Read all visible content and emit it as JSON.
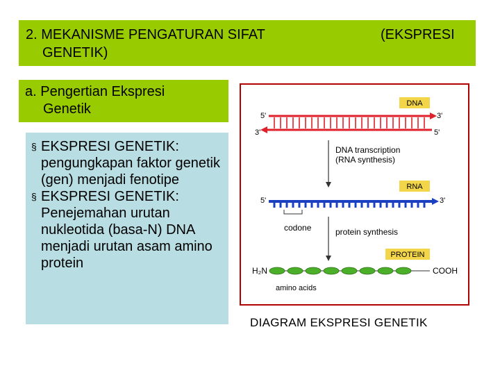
{
  "title": {
    "line1": "2. MEKANISME PENGATURAN SIFAT",
    "line2": "GENETIK)",
    "right": "(EKSPRESI"
  },
  "subtitle": {
    "line1": "a. Pengertian Ekspresi",
    "line2": "Genetik"
  },
  "definitions": [
    {
      "bullet": "§",
      "text": "EKSPRESI GENETIK: pengungkapan faktor genetik (gen) menjadi fenotipe"
    },
    {
      "bullet": "§",
      "text": "EKSPRESI GENETIK: Penejemahan urutan nukleotida (basa-N) DNA menjadi urutan asam amino protein"
    }
  ],
  "diagram": {
    "dna_label": "DNA",
    "rna_label": "RNA",
    "protein_label": "PROTEIN",
    "five_prime": "5'",
    "three_prime": "3'",
    "transcription_line1": "DNA transcription",
    "transcription_line2": "(RNA synthesis)",
    "codone": "codone",
    "protein_synthesis": "protein synthesis",
    "h2n": "H₂N",
    "cooh": "COOH",
    "amino_acids": "amino acids",
    "colors": {
      "dna": "#e0202a",
      "rna": "#1a3fc0",
      "protein": "#4caf2a",
      "label_bg": "#f3d54a"
    }
  },
  "caption": "DIAGRAM EKSPRESI GENETIK"
}
